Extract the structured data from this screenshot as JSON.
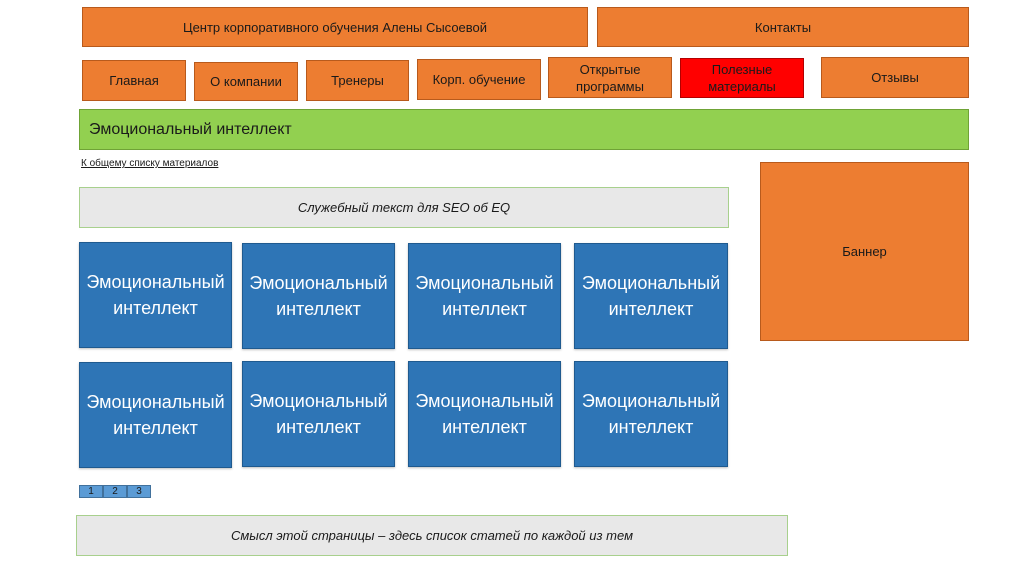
{
  "header": {
    "title": "Центр корпоративного обучения Алены Сысоевой",
    "contacts": "Контакты"
  },
  "nav": {
    "items": [
      "Главная",
      "О компании",
      "Тренеры",
      "Корп. обучение",
      "Открытые программы",
      "Полезные материалы",
      "Отзывы"
    ],
    "active_color": "#ff0000"
  },
  "page_title": "Эмоциональный интеллект",
  "back_link": "К общему списку материалов",
  "seo_text": "Служебный текст для SEO об EQ",
  "cards": [
    "Эмоциональный интеллект",
    "Эмоциональный интеллект",
    "Эмоциональный интеллект",
    "Эмоциональный интеллект",
    "Эмоциональный интеллект",
    "Эмоциональный интеллект",
    "Эмоциональный интеллект",
    "Эмоциональный интеллект"
  ],
  "pagination": [
    "1",
    "2",
    "3"
  ],
  "banner": "Баннер",
  "footer_note": "Смысл этой страницы – здесь список статей по каждой из тем",
  "colors": {
    "orange": "#ed7d31",
    "green": "#92d050",
    "blue": "#2e75b6",
    "gray": "#e8e8e8"
  }
}
